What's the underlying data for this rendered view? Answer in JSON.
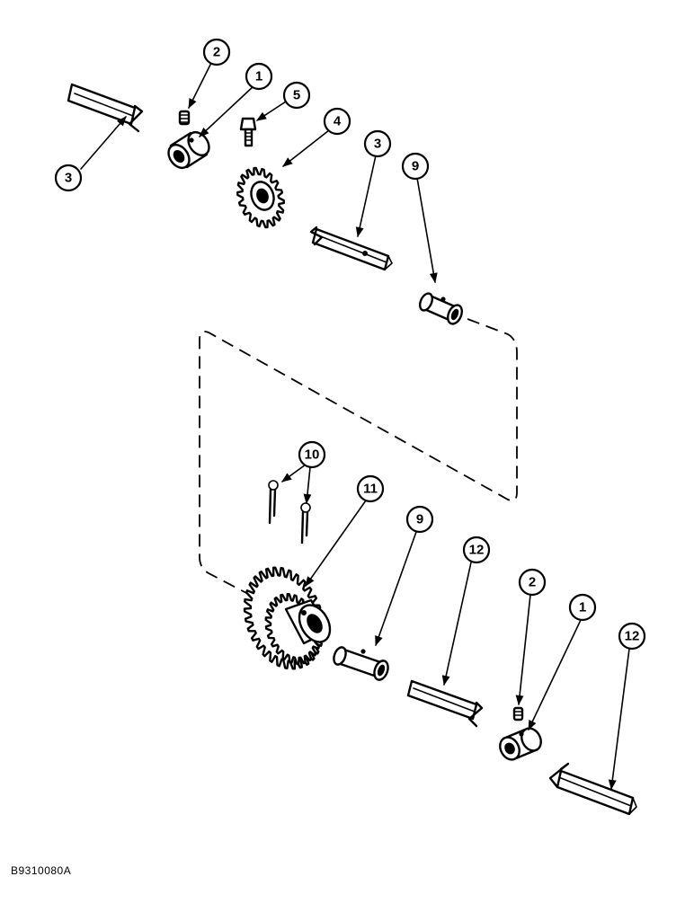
{
  "drawing_id": "B9310080A",
  "callouts": [
    {
      "label": "1"
    },
    {
      "label": "2"
    },
    {
      "label": "3"
    },
    {
      "label": "4"
    },
    {
      "label": "5"
    },
    {
      "label": "3"
    },
    {
      "label": "9"
    },
    {
      "label": "10"
    },
    {
      "label": "11"
    },
    {
      "label": "9"
    },
    {
      "label": "12"
    },
    {
      "label": "2"
    },
    {
      "label": "1"
    },
    {
      "label": "12"
    }
  ]
}
